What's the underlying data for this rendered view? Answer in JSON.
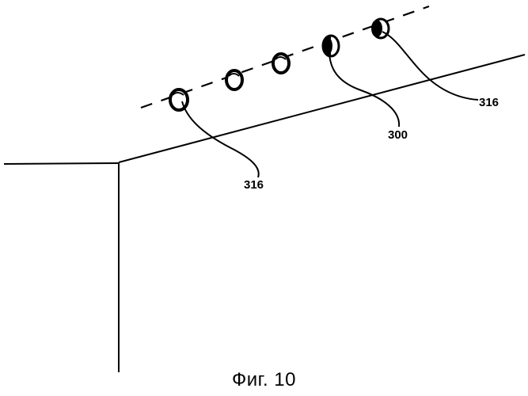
{
  "labels": {
    "ref_316_left": "316",
    "ref_300": "300",
    "ref_316_right": "316"
  },
  "caption": "Фиг. 10"
}
